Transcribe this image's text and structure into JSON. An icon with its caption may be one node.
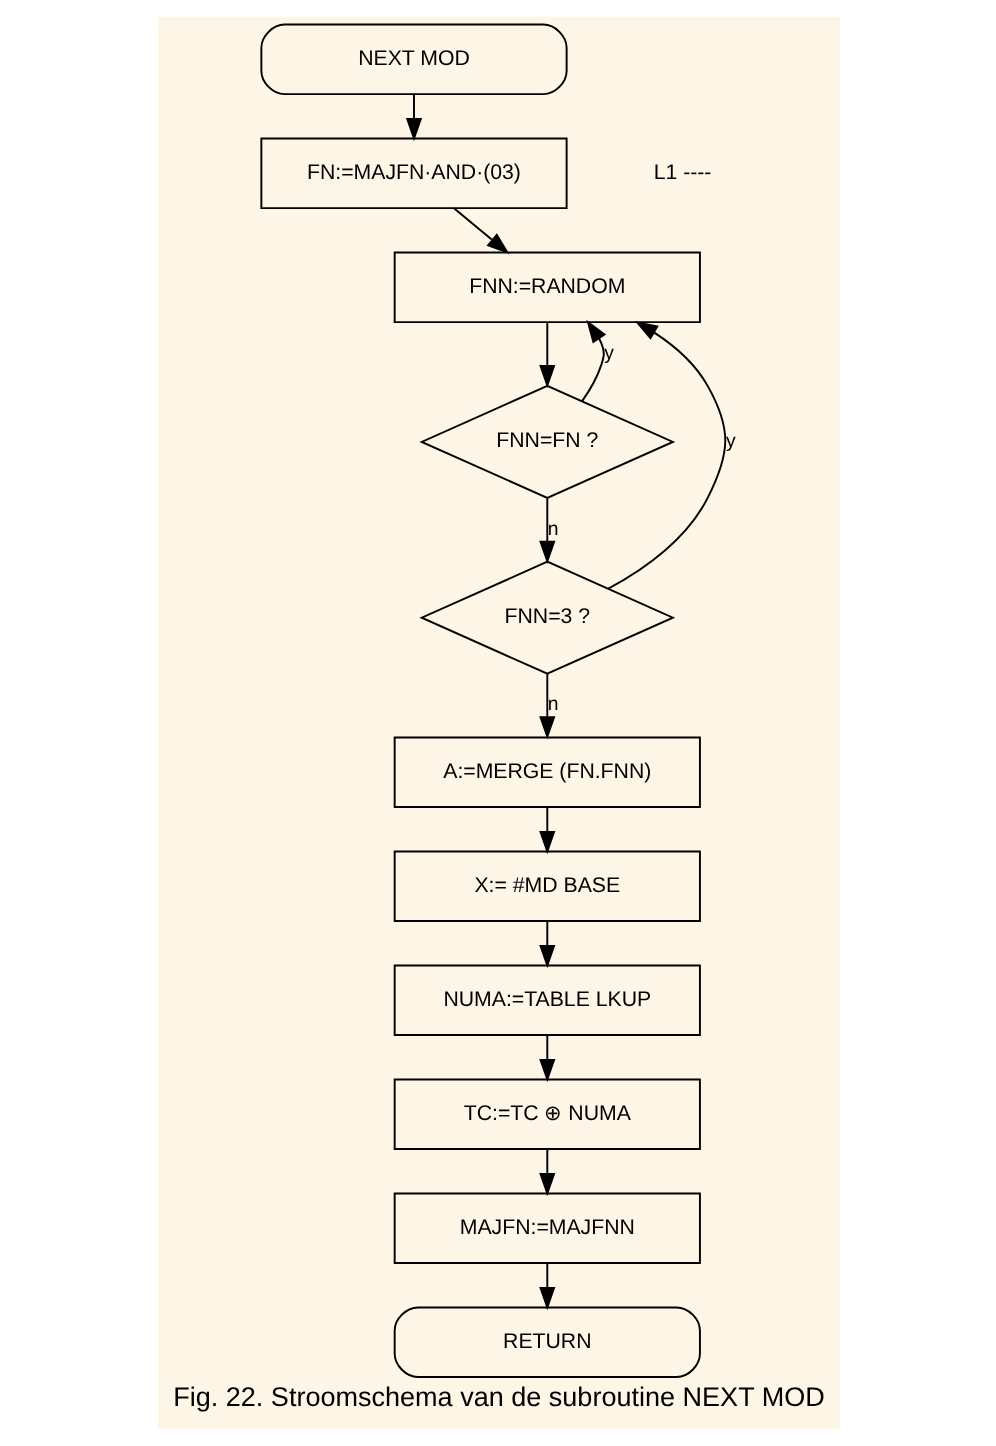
{
  "diagram": {
    "caption": "Fig. 22. Stroomschema van de subroutine NEXT MOD",
    "nodes": [
      {
        "text": [
          "NEXT MOD"
        ]
      },
      {
        "text": [
          "FN:=MAJFN·AND·(03)"
        ]
      },
      {
        "text": [
          "FNN:=RANDOM"
        ]
      },
      {
        "text": [
          "FNN=FN ?"
        ]
      },
      {
        "text": [
          "FNN=3 ?"
        ]
      },
      {
        "text": [
          "A:=MERGE (FN.FNN)"
        ]
      },
      {
        "text": [
          "X:= #MD BASE"
        ]
      },
      {
        "text": [
          "NUMA:=TABLE LKUP"
        ]
      },
      {
        "text": [
          "TC:=TC ⊕ NUMA"
        ]
      },
      {
        "text": [
          "MAJFN:=MAJFNN"
        ]
      },
      {
        "text": [
          "RETURN"
        ]
      }
    ],
    "edges": [
      {
        "from": 0,
        "to": 1,
        "arrow": "to"
      },
      {
        "from": 1,
        "to": 2,
        "arrow": "to"
      },
      {
        "from": 2,
        "to": 3,
        "arrow": "to"
      },
      {
        "from": 3,
        "to": 4,
        "arrow": "to",
        "label": "n"
      },
      {
        "from": 3,
        "to": 2,
        "arrow": "to",
        "label": "y"
      },
      {
        "from": 4,
        "to": 2,
        "arrow": "to",
        "label": "y"
      },
      {
        "from": 4,
        "to": 5,
        "arrow": "to",
        "label": "n"
      },
      {
        "from": 5,
        "to": 6,
        "arrow": "to"
      },
      {
        "from": 6,
        "to": 7,
        "arrow": "to"
      },
      {
        "from": 7,
        "to": 8,
        "arrow": "to"
      },
      {
        "from": 8,
        "to": 9,
        "arrow": "to"
      },
      {
        "from": 9,
        "to": 10,
        "arrow": "to"
      }
    ],
    "labels": [
      "L1 ----"
    ]
  }
}
